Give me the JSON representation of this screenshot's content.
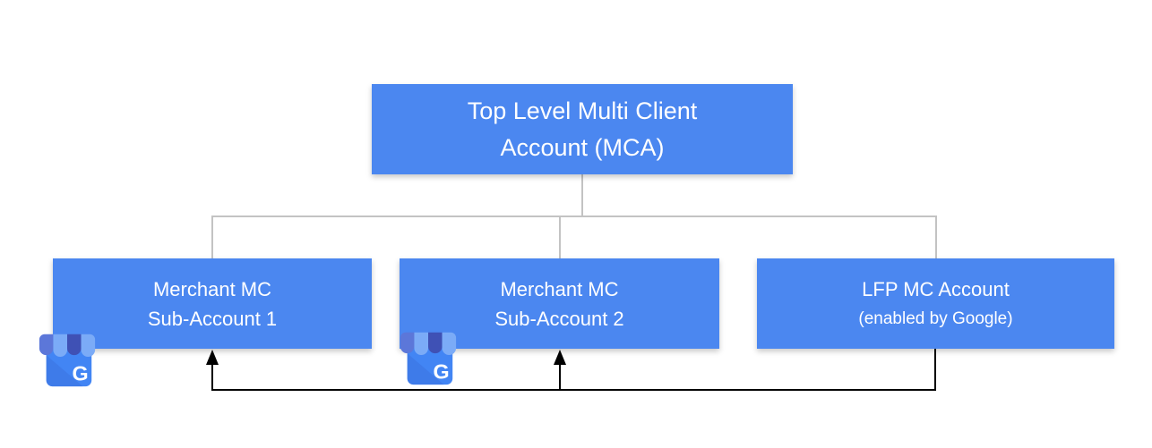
{
  "diagram": {
    "mca": {
      "line1": "Top Level Multi Client",
      "line2": "Account (MCA)"
    },
    "merchant1": {
      "line1": "Merchant MC",
      "line2": "Sub-Account 1"
    },
    "merchant2": {
      "line1": "Merchant MC",
      "line2": "Sub-Account 2"
    },
    "lfp": {
      "line1": "LFP MC Account",
      "line2": "(enabled by Google)"
    },
    "icons": {
      "merchant1": "google-my-business-icon",
      "merchant2": "google-my-business-icon",
      "g_label": "G"
    },
    "colors": {
      "node_fill": "#4b87f0",
      "node_text": "#ffffff",
      "tree_connector": "#c3c3c3",
      "flow_connector": "#000000",
      "gmb_body": "#4285f4",
      "gmb_body_shade": "#3a6fdc",
      "gmb_awning_light": "#7babf7",
      "gmb_awning_dark": "#3f51b5",
      "gmb_awning_medium": "#5c77d9"
    }
  }
}
